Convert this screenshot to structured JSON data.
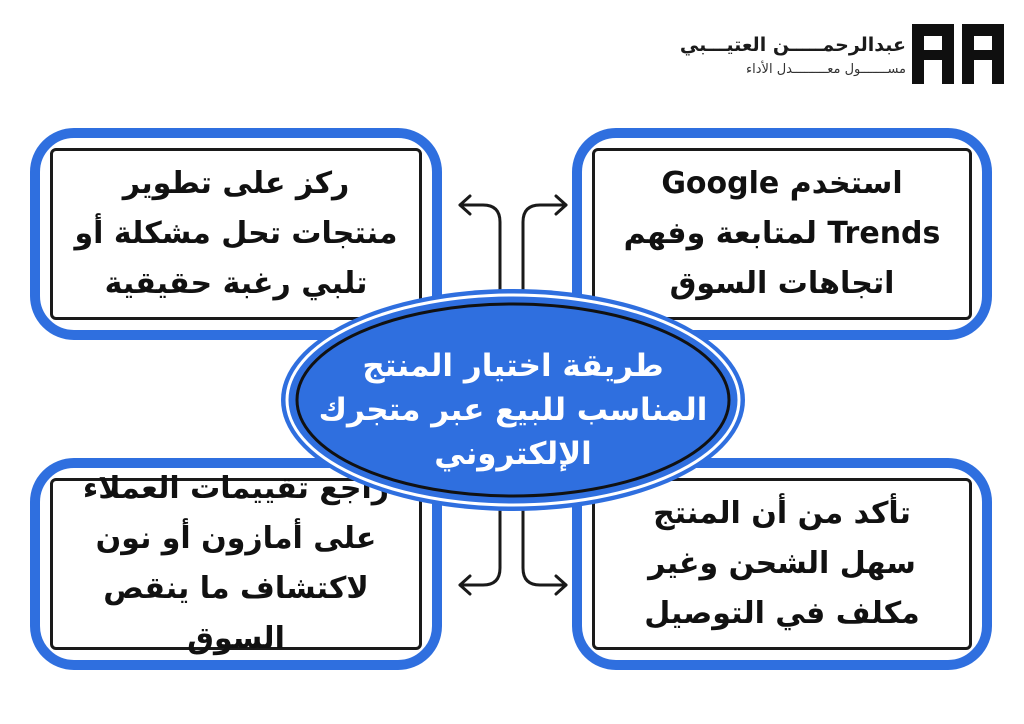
{
  "brand": {
    "name": "عبدالرحمـــــن العتيـــبي",
    "role": "مســـــــول معـــــــــدل الأداء"
  },
  "center": {
    "title": "طريقة اختيار المنتج المناسب للبيع عبر متجرك الإلكتروني"
  },
  "cards": [
    {
      "text": "ركز على تطوير منتجات تحل مشكلة أو تلبي رغبة حقيقية"
    },
    {
      "text": "استخدم Google Trends لمتابعة وفهم اتجاهات السوق"
    },
    {
      "text": "راجع تقييمات العملاء على أمازون أو نون لاكتشاف ما ينقص السوق"
    },
    {
      "text": "تأكد من أن المنتج سهل الشحن وغير مكلف في التوصيل"
    }
  ],
  "colors": {
    "accent": "#2F6FDF",
    "ink": "#111111",
    "background": "#FFFFFF"
  }
}
